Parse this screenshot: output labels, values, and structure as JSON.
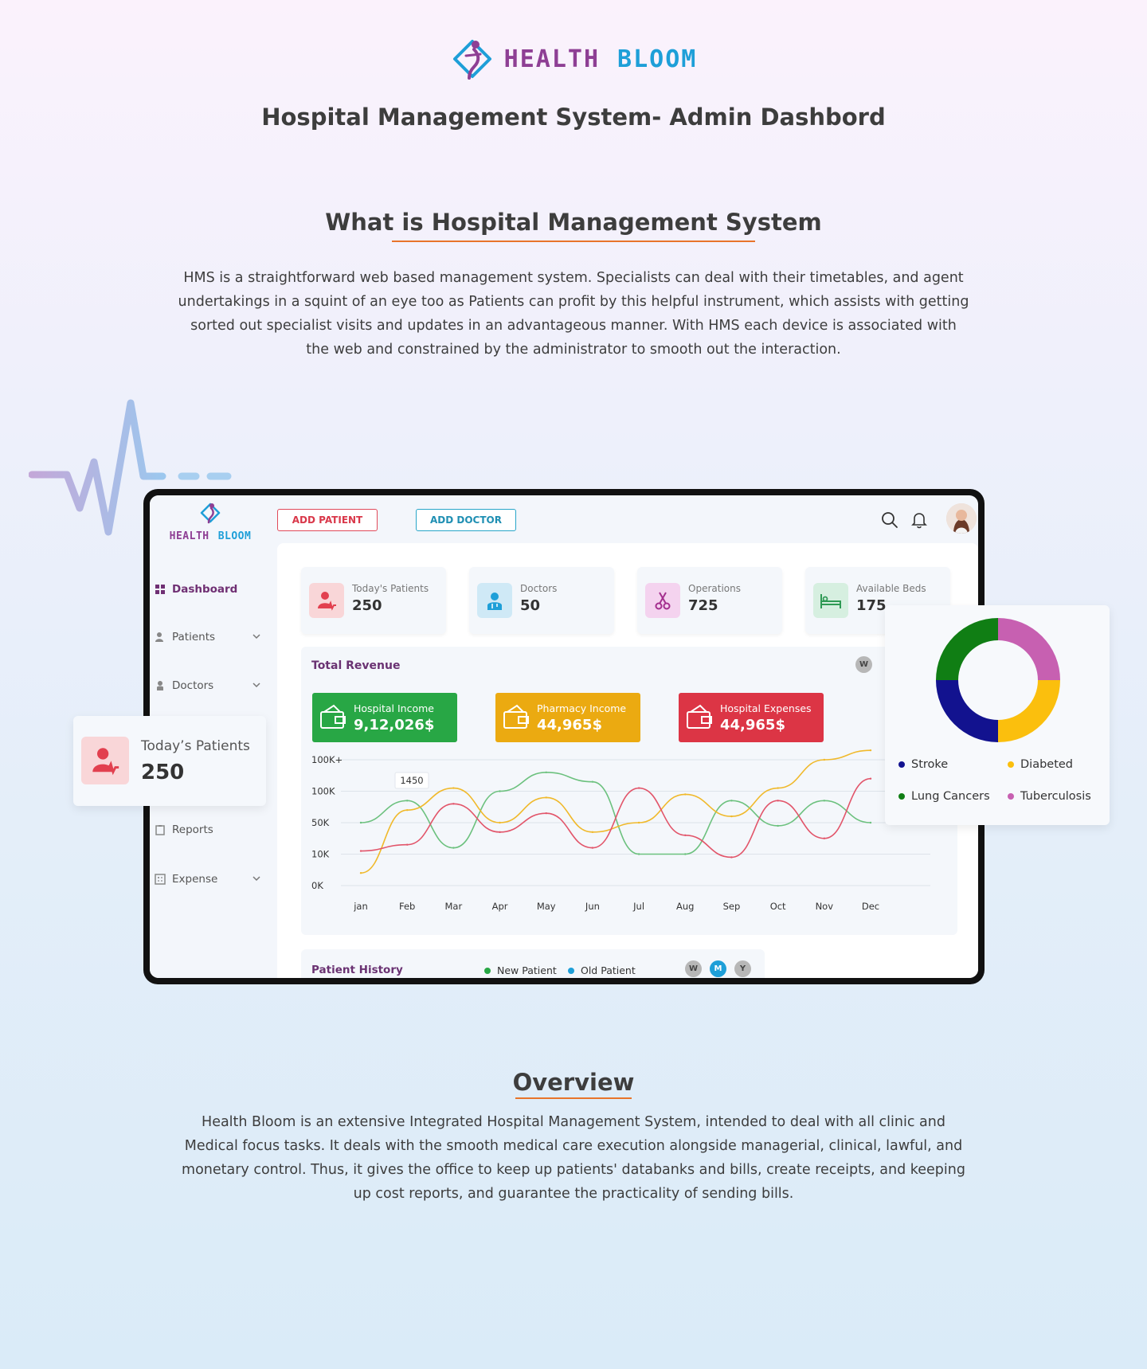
{
  "brand": {
    "health": "HEALTH",
    "bloom": "BLOOM"
  },
  "page_title": "Hospital Management System- Admin Dashbord",
  "section1": {
    "title": "What is Hospital Management System",
    "lines": [
      "HMS is a straightforward web based management system. Specialists can deal with their timetables, and agent",
      "undertakings in a squint of an eye too as Patients can profit by this helpful instrument, which assists with getting",
      "sorted out specialist visits and updates in an advantageous manner. With HMS each device is associated with",
      "the web and constrained by the administrator to smooth out the interaction."
    ]
  },
  "dashboard": {
    "sidebar_brand": {
      "health": "HEALTH",
      "bloom": "BLOOM"
    },
    "buttons": {
      "add_patient": "ADD PATIENT",
      "add_doctor": "ADD DOCTOR"
    },
    "nav": [
      {
        "label": "Dashboard",
        "icon": "grid-icon"
      },
      {
        "label": "Patients",
        "icon": "patient-icon"
      },
      {
        "label": "Doctors",
        "icon": "doctor-icon"
      },
      {
        "label": "Reports",
        "icon": "clipboard-icon"
      },
      {
        "label": "Expense",
        "icon": "calculator-icon"
      }
    ],
    "stats": [
      {
        "label": "Today's Patients",
        "value": "250",
        "color": "#f9d6d8",
        "icon": "patient-icon"
      },
      {
        "label": "Doctors",
        "value": "50",
        "color": "#cfe9f6",
        "icon": "doctor-icon"
      },
      {
        "label": "Operations",
        "value": "725",
        "color": "#f4d3ef",
        "icon": "scissors-icon"
      },
      {
        "label": "Available Beds",
        "value": "175",
        "color": "#d6efe0",
        "icon": "bed-icon"
      }
    ],
    "revenue": {
      "title": "Total Revenue",
      "period_w": "W",
      "incomes": [
        {
          "label": "Hospital Income",
          "value": "9,12,026$",
          "color": "#28a745"
        },
        {
          "label": "Pharmacy Income",
          "value": "44,965$",
          "color": "#ebaa11"
        },
        {
          "label": "Hospital Expenses",
          "value": "44,965$",
          "color": "#dc3545"
        }
      ]
    },
    "history": {
      "title": "Patient History",
      "legend": [
        {
          "label": "New Patient",
          "color": "#28a745"
        },
        {
          "label": "Old Patient",
          "color": "#1e9fd8"
        }
      ],
      "periods": [
        "W",
        "M",
        "Y"
      ]
    }
  },
  "chart_data": [
    {
      "type": "line",
      "title": "Total Revenue",
      "x": [
        "jan",
        "Feb",
        "Mar",
        "Apr",
        "May",
        "Jun",
        "Jul",
        "Aug",
        "Sep",
        "Oct",
        "Nov",
        "Dec"
      ],
      "y_ticks": [
        "0K",
        "10K",
        "50K",
        "100K",
        "100K+"
      ],
      "grid": true,
      "tooltip": "1450",
      "series": [
        {
          "color": "#6cc17e",
          "values": [
            2.0,
            2.7,
            1.2,
            3.0,
            3.6,
            3.3,
            1.0,
            1.0,
            2.7,
            1.9,
            2.7,
            2.0
          ]
        },
        {
          "color": "#f0b92b",
          "values": [
            0.4,
            2.4,
            3.1,
            2.0,
            2.8,
            1.7,
            2.0,
            2.9,
            2.2,
            3.1,
            4.0,
            4.3
          ]
        },
        {
          "color": "#e2556a",
          "values": [
            1.1,
            1.3,
            2.6,
            1.7,
            2.3,
            1.2,
            3.1,
            1.6,
            0.9,
            2.7,
            1.5,
            3.4
          ]
        }
      ]
    },
    {
      "type": "pie",
      "categories": [
        "Stroke",
        "Diabeted",
        "Lung Cancers",
        "Tuberculosis"
      ],
      "values": [
        25,
        25,
        25,
        25
      ],
      "colors": [
        "#12128f",
        "#fbbf0d",
        "#107e14",
        "#c760b1"
      ]
    }
  ],
  "floating_patients": {
    "label": "Today’s Patients",
    "value": "250"
  },
  "overview": {
    "title": "Overview",
    "lines": [
      "Health Bloom  is an extensive Integrated Hospital Management System, intended to deal with all clinic and",
      "Medical focus tasks. It deals with the smooth medical care execution alongside managerial, clinical, lawful, and",
      "monetary control. Thus, it gives the office to keep up patients' databanks and bills, create receipts, and keeping",
      "up cost reports, and guarantee the practicality of sending bills."
    ]
  }
}
